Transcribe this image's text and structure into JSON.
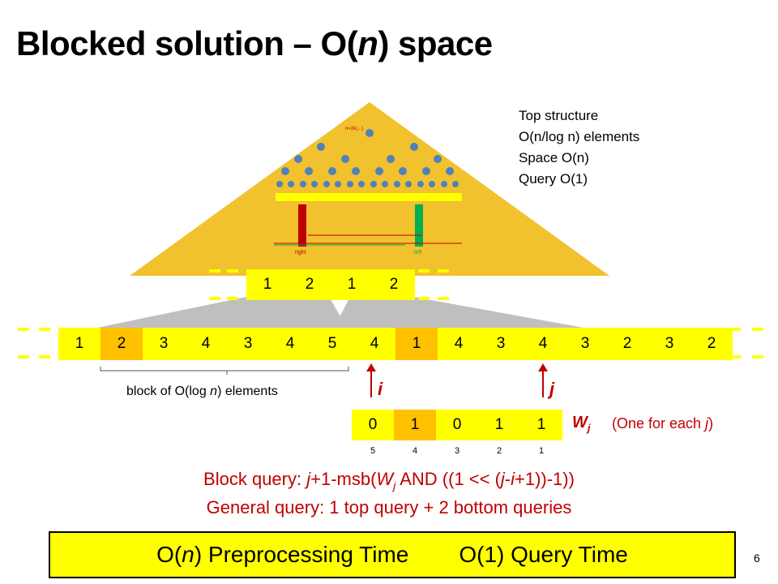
{
  "title": "Blocked solution – O(n) space",
  "top_info": {
    "line1": "Top structure",
    "line2": "O(n/log n) elements",
    "line3": "Space O(n)",
    "line4": "Query O(1)"
  },
  "top_array": [
    "1",
    "2",
    "1",
    "2"
  ],
  "main_array": [
    "1",
    "2",
    "3",
    "4",
    "3",
    "4",
    "5",
    "4",
    "1",
    "4",
    "3",
    "4",
    "3",
    "2",
    "3",
    "2"
  ],
  "block_label": "block of O(log n) elements",
  "pointer_i": "i",
  "pointer_j": "j",
  "wj_array": [
    "0",
    "1",
    "0",
    "1",
    "1"
  ],
  "wj_indices": [
    "5",
    "4",
    "3",
    "2",
    "1"
  ],
  "wj_label": "W",
  "wj_subscript": "j",
  "wj_note": "(One for each j)",
  "tree_labels": {
    "right": "right",
    "left": "left"
  },
  "block_query": "Block query: j+1-msb(Wj AND ((1 << (j-i+1))-1))",
  "general_query": "General query: 1 top query + 2 bottom queries",
  "bottom_box": {
    "preprocessing": "O(n) Preprocessing Time",
    "query": "O(1) Query Time"
  },
  "page_number": "6",
  "colors": {
    "yellow": "#ffff00",
    "gold": "#f2c12e",
    "orange": "#ffc000",
    "red": "#c00000",
    "gray": "#bfbfbf",
    "node_blue": "#4f81bd"
  }
}
